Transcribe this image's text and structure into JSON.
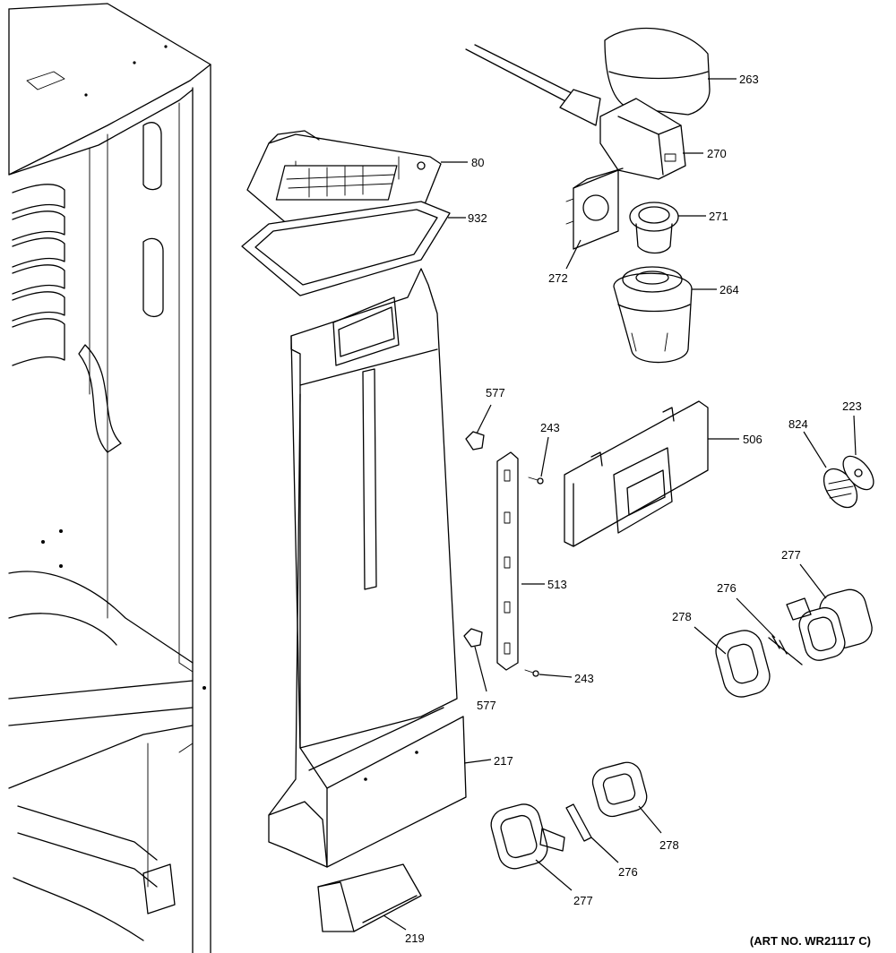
{
  "labels": {
    "p263": "263",
    "p270": "270",
    "p80": "80",
    "p932": "932",
    "p271": "271",
    "p272": "272",
    "p264": "264",
    "p577a": "577",
    "p243a": "243",
    "p506": "506",
    "p824": "824",
    "p223": "223",
    "p513": "513",
    "p277a": "277",
    "p276a": "276",
    "p278a": "278",
    "p577b": "577",
    "p243b": "243",
    "p217": "217",
    "p278b": "278",
    "p276b": "276",
    "p277b": "277",
    "p219": "219"
  },
  "art_number": "(ART NO. WR21117 C)"
}
